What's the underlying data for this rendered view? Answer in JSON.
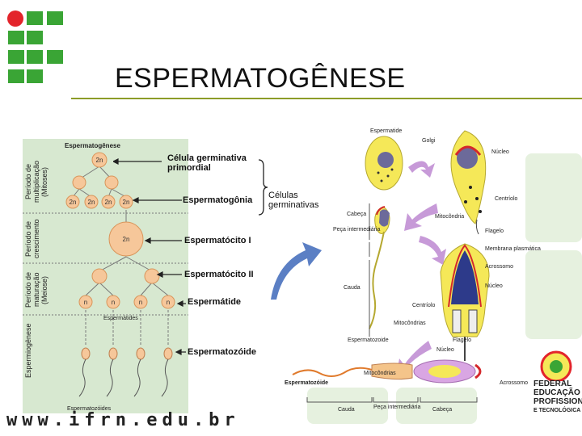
{
  "title": "ESPERMATOGÊNESE",
  "website": "www.ifrn.edu.br",
  "colors": {
    "logo_red": "#e3242b",
    "logo_green": "#3aa535",
    "rule": "#8c9c28",
    "diagram_bg": "#d7e8d0",
    "cell": "#f6c79a"
  },
  "left_diagram": {
    "header": "Espermatogênese",
    "periods": [
      "Período de multiplicação (Mitoses)",
      "Período de crescimento",
      "Período de maturação (Meiose)",
      "Espermiogênese"
    ],
    "cell_2n": "2n",
    "cell_n": "n",
    "caption_espermatides": "Espermátides",
    "caption_espermatozoides": "Espermatozóides"
  },
  "labels": {
    "celula_germinativa": "Célula germinativa primordial",
    "espermatogonia": "Espermatogônia",
    "espermatocito1": "Espermatócito I",
    "espermatocito2": "Espermatócito II",
    "espermatide": "Espermátide",
    "espermatozoide": "Espermatozóide",
    "celulas_germinativas": "Células germinativas"
  },
  "right_diagram": {
    "espermatide": "Espermatide",
    "golgi": "Golgi",
    "nucleo1": "Núcleo",
    "centriolo1": "Centríolo",
    "mitocondria": "Mitocôndria",
    "flagelo1": "Flagelo",
    "membrana": "Membrana plasmática",
    "acrossomo1": "Acrossomo",
    "nucleo2": "Núcleo",
    "cabeca1": "Cabeça",
    "peca1": "Peça intermediária",
    "cauda1": "Cauda",
    "centriolo2": "Centríolo",
    "mitocondrias1": "Mitocôndrias",
    "espermatozoide_small": "Espermatozoide",
    "flagelo2": "Flagelo",
    "nucleo3": "Núcleo",
    "espermatozoide_bold": "Espermatozóide",
    "mitocondrias2": "Mitocôndrias",
    "acrossomo2": "Acrossomo",
    "cauda2": "Cauda",
    "peca2": "Peça intermediária",
    "cabeca2": "Cabeça"
  },
  "institution": [
    "FEDERAL",
    "EDUCAÇÃO",
    "PROFISSIONAL",
    "E TECNOLÓGICA"
  ]
}
